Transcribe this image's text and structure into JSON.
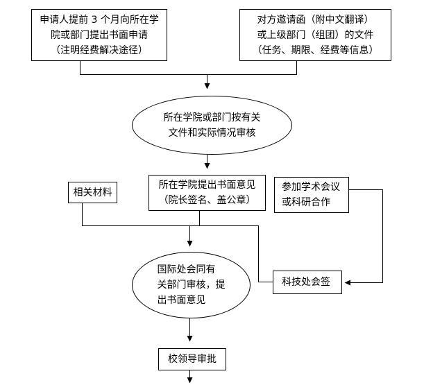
{
  "nodes": {
    "applicant_request": {
      "text": "申请人提前 3 个月向所在学\n院或部门提出书面申请\n（注明经费解决途径）"
    },
    "invitation_docs": {
      "text": "对方邀请函（附中文翻译）\n或上级部门（组团）的文件\n（任务、期限、经费等信息）"
    },
    "college_review": {
      "text": "所在学院或部门按有关\n文件和实际情况审核"
    },
    "related_materials": {
      "text": "相关材料"
    },
    "college_opinion": {
      "text": "所在学院提出书面意见\n（院长签名、盖公章）"
    },
    "academic_activity": {
      "text": "参加学术会议\n或科研合作"
    },
    "intl_office_review": {
      "text": "国际处会同有\n关部门审核，提\n出书面意见"
    },
    "tech_countersign": {
      "text": "科技处会签"
    },
    "leader_approval": {
      "text": "校领导审批"
    }
  },
  "edges": [
    {
      "from": "applicant_request",
      "to": "college_review"
    },
    {
      "from": "invitation_docs",
      "to": "college_review"
    },
    {
      "from": "college_review",
      "to": "college_opinion"
    },
    {
      "from": "related_materials",
      "to": "intl_office_review"
    },
    {
      "from": "college_opinion",
      "to": "intl_office_review"
    },
    {
      "from": "college_opinion",
      "to": "tech_countersign"
    },
    {
      "from": "academic_activity",
      "to": "tech_countersign"
    },
    {
      "from": "intl_office_review",
      "to": "leader_approval"
    },
    {
      "from": "leader_approval",
      "to": "next_step_offscreen"
    }
  ],
  "colors": {
    "background": "#ffffff",
    "line": "#000000",
    "text": "#000000"
  }
}
